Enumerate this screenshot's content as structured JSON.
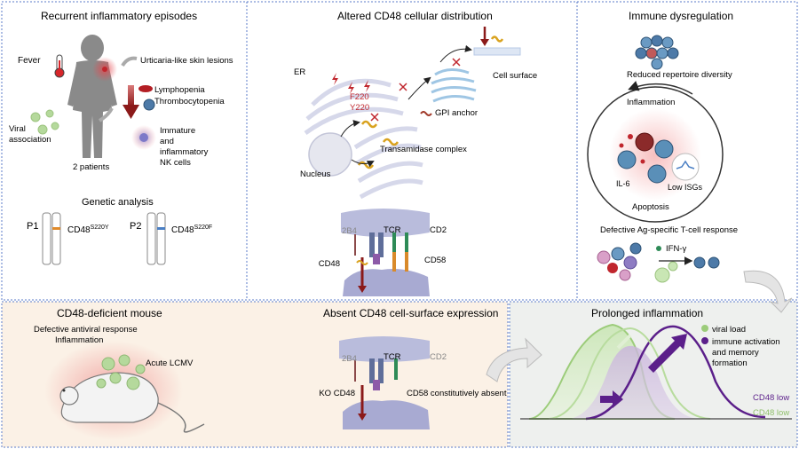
{
  "panels": {
    "recurrent": {
      "title": "Recurrent inflammatory episodes",
      "fever": "Fever",
      "urticaria": "Urticaria-like skin lesions",
      "lympho": "Lymphopenia",
      "thrombo": "Thrombocytopenia",
      "viral1": "Viral",
      "viral2": "association",
      "immature1": "Immature",
      "immature2": "and",
      "immature3": "inflammatory",
      "immature4": "NK cells",
      "patients": "2 patients"
    },
    "genetic": {
      "title": "Genetic analysis",
      "p1": "P1",
      "p2": "P2",
      "gene": "CD48",
      "mut1": "S220Y",
      "mut2": "S220F"
    },
    "altered": {
      "title": "Altered CD48 cellular distribution",
      "er": "ER",
      "f220": "F220",
      "y220": "Y220",
      "gpi": "GPI anchor",
      "transamidase": "Transamidase complex",
      "nucleus": "Nucleus",
      "cell_surface": "Cell surface"
    },
    "synapse_top": {
      "b2b4": "2B4",
      "tcr": "TCR",
      "cd2": "CD2",
      "cd48": "CD48",
      "cd58": "CD58"
    },
    "immune": {
      "title": "Immune dysregulation",
      "reduced": "Reduced repertoire diversity",
      "inflammation": "Inflammation",
      "il6": "IL-6",
      "low_isgs": "Low ISGs",
      "apoptosis": "Apoptosis",
      "defective": "Defective Ag-specific T-cell response",
      "ifn": "IFN-γ"
    },
    "mouse": {
      "title": "CD48-deficient mouse",
      "line1": "Defective antiviral response",
      "line2": "Inflammation",
      "lcmv": "Acute LCMV"
    },
    "absent": {
      "title": "Absent CD48 cell-surface expression",
      "b2b4": "2B4",
      "tcr": "TCR",
      "cd2": "CD2",
      "ko": "KO CD48",
      "cd58": "CD58 constitutively absent"
    },
    "prolonged": {
      "title": "Prolonged inflammation",
      "legend_viral": "viral load",
      "legend_immune1": "immune activation",
      "legend_immune2": "and memory",
      "legend_immune3": "formation",
      "cd48_low_purple": "CD48 low",
      "cd48_low_green": "CD48 low"
    }
  },
  "colors": {
    "border_blue": "#5b7bc8",
    "dark_red": "#8b1a1a",
    "purple": "#5b1f8a",
    "green": "#9ccc7a",
    "cell_blue": "#5a8fb8",
    "membrane": "#cfd3ea"
  }
}
